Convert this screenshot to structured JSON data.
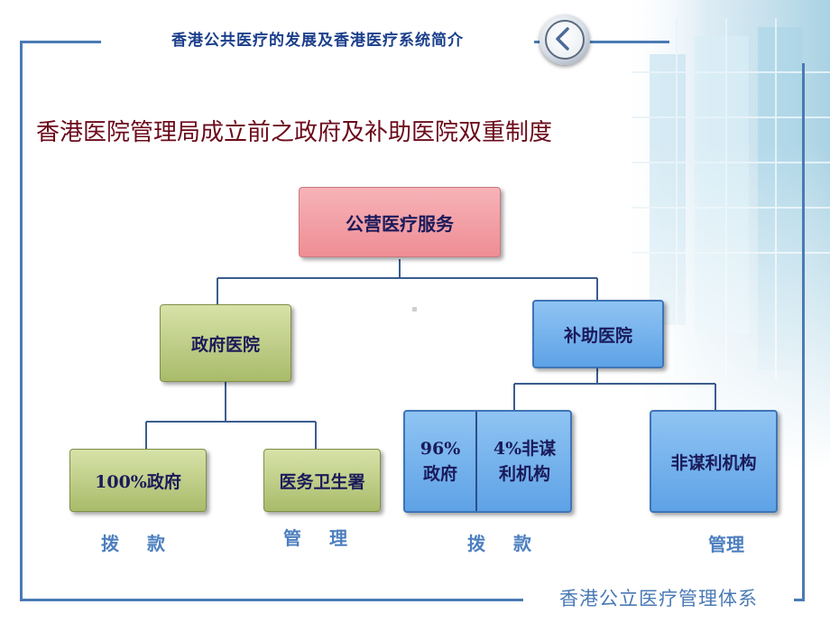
{
  "header": {
    "title": "香港公共医疗的发展及香港医疗系统简介"
  },
  "slide": {
    "title": "香港医院管理局成立前之政府及补助医院双重制度"
  },
  "diagram": {
    "root": "公营医疗服务",
    "gov": "政府医院",
    "subsidized": "补助医院",
    "gov_funding": "100%政府",
    "gov_mgmt": "医务卫生署",
    "split_left": "96%\n政府",
    "split_right": "4%非谋\n利机构",
    "nonprofit": "非谋利机构"
  },
  "labels": {
    "funding_1": "拨 款",
    "mgmt_1": "管 理",
    "funding_2": "拨 款",
    "mgmt_2": "管理"
  },
  "footer": {
    "title": "香港公立医疗管理体系"
  },
  "colors": {
    "frame": "#4a7ab5",
    "title": "#6b0a1a",
    "label": "#4d7fbf"
  },
  "icons": {
    "back": "chevron-left-icon"
  }
}
